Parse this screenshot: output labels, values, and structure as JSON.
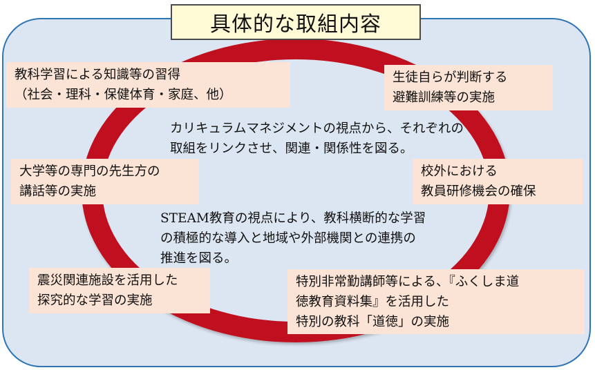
{
  "title": "具体的な取組内容",
  "center": {
    "top_lines": [
      "カリキュラムマネジメントの視点から、それぞれの",
      "取組をリンクさせ、関連・関係性を図る。"
    ],
    "bottom_lines": [
      "STEAM教育の視点により、教科横断的な学習",
      "の積極的な導入と地域や外部機関との連携の",
      "推進を図る。"
    ]
  },
  "boxes": {
    "subject_learning": [
      "教科学習による知識等の習得",
      "（社会・理科・保健体育・家庭、他）"
    ],
    "evacuation": [
      "生徒自らが判断する",
      "避難訓練等の実施"
    ],
    "lectures": [
      "大学等の専門の先生方の",
      "講話等の実施"
    ],
    "teacher_training": [
      "校外における",
      "教員研修機会の確保"
    ],
    "disaster_facilities": [
      "震災関連施設を活用した",
      "探究的な学習の実施"
    ],
    "moral_education": [
      "特別非常勤講師等による、『ふくしま道",
      "徳教育資料集』を活用した",
      "特別の教科「道徳」の実施"
    ]
  },
  "colors": {
    "panel_fill": "#dce6f2",
    "panel_border": "#2e75b6",
    "ring": "#c0101f",
    "box_fill": "#fbe4d5",
    "title_fill": "#fffbd6"
  }
}
